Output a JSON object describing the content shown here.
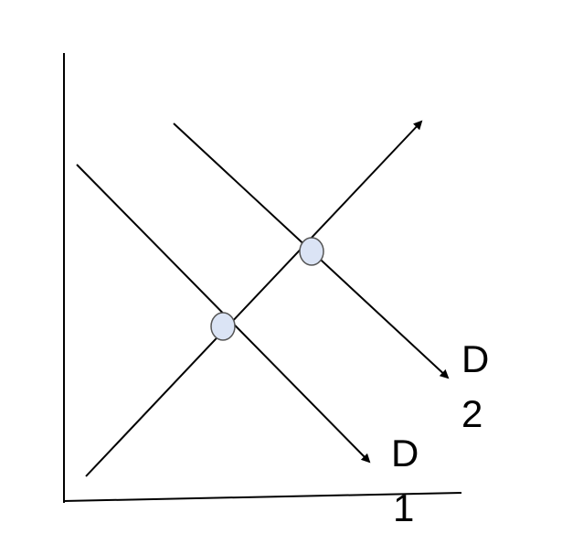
{
  "diagram": {
    "curves": {
      "demand_1": {
        "label_line1": "D",
        "label_line2": "1"
      },
      "demand_2": {
        "label_line1": "D",
        "label_line2": "2"
      }
    },
    "colors": {
      "line": "#000000",
      "equilibrium_fill": "#dbe4f5",
      "equilibrium_stroke": "#555555"
    }
  }
}
